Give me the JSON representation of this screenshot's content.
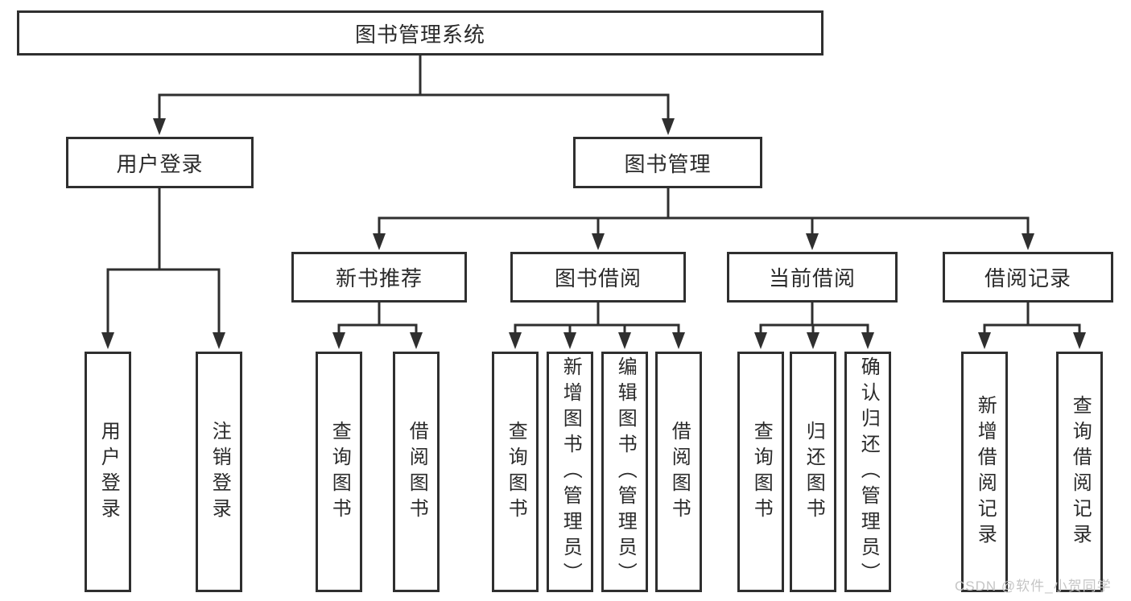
{
  "colors": {
    "line": "#2f2f2f",
    "text": "#2a2a2a",
    "watermark_color": "#c5c5c5",
    "background": "#ffffff"
  },
  "watermark": {
    "text": "CSDN @软件_小贺同学"
  },
  "hierarchy": {
    "root": "图书管理系统",
    "children": [
      {
        "label": "用户登录",
        "children": [
          {
            "label": "用户登录"
          },
          {
            "label": "注销登录"
          }
        ]
      },
      {
        "label": "图书管理",
        "children": [
          {
            "label": "新书推荐",
            "children": [
              {
                "label": "查询图书"
              },
              {
                "label": "借阅图书"
              }
            ]
          },
          {
            "label": "图书借阅",
            "children": [
              {
                "label": "查询图书"
              },
              {
                "label": "新增图书（管理员）"
              },
              {
                "label": "编辑图书（管理员）"
              },
              {
                "label": "借阅图书"
              }
            ]
          },
          {
            "label": "当前借阅",
            "children": [
              {
                "label": "查询图书"
              },
              {
                "label": "归还图书"
              },
              {
                "label": "确认归还（管理员）"
              }
            ]
          },
          {
            "label": "借阅记录",
            "children": [
              {
                "label": "新增借阅记录"
              },
              {
                "label": "查询借阅记录"
              }
            ]
          }
        ]
      }
    ]
  }
}
